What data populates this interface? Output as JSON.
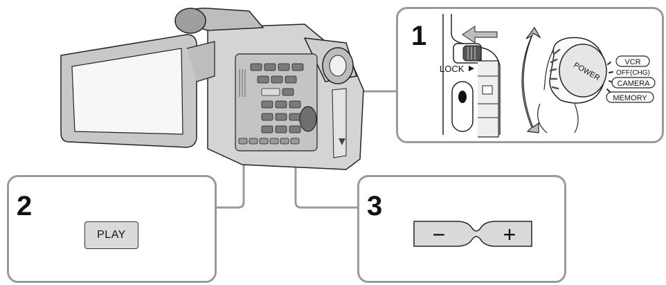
{
  "step1": {
    "number": "1",
    "lock_label": "LOCK",
    "dial_label": "POWER",
    "modes": [
      "VCR",
      "OFF(CHG)",
      "CAMERA",
      "MEMORY"
    ]
  },
  "step2": {
    "number": "2",
    "button_label": "PLAY"
  },
  "step3": {
    "number": "3",
    "minus_symbol": "−",
    "plus_symbol": "+"
  },
  "colors": {
    "frame": "#9a9a9a",
    "button_fill": "#dadada",
    "device_fill": "#d8d8d8",
    "outline": "#222222"
  }
}
